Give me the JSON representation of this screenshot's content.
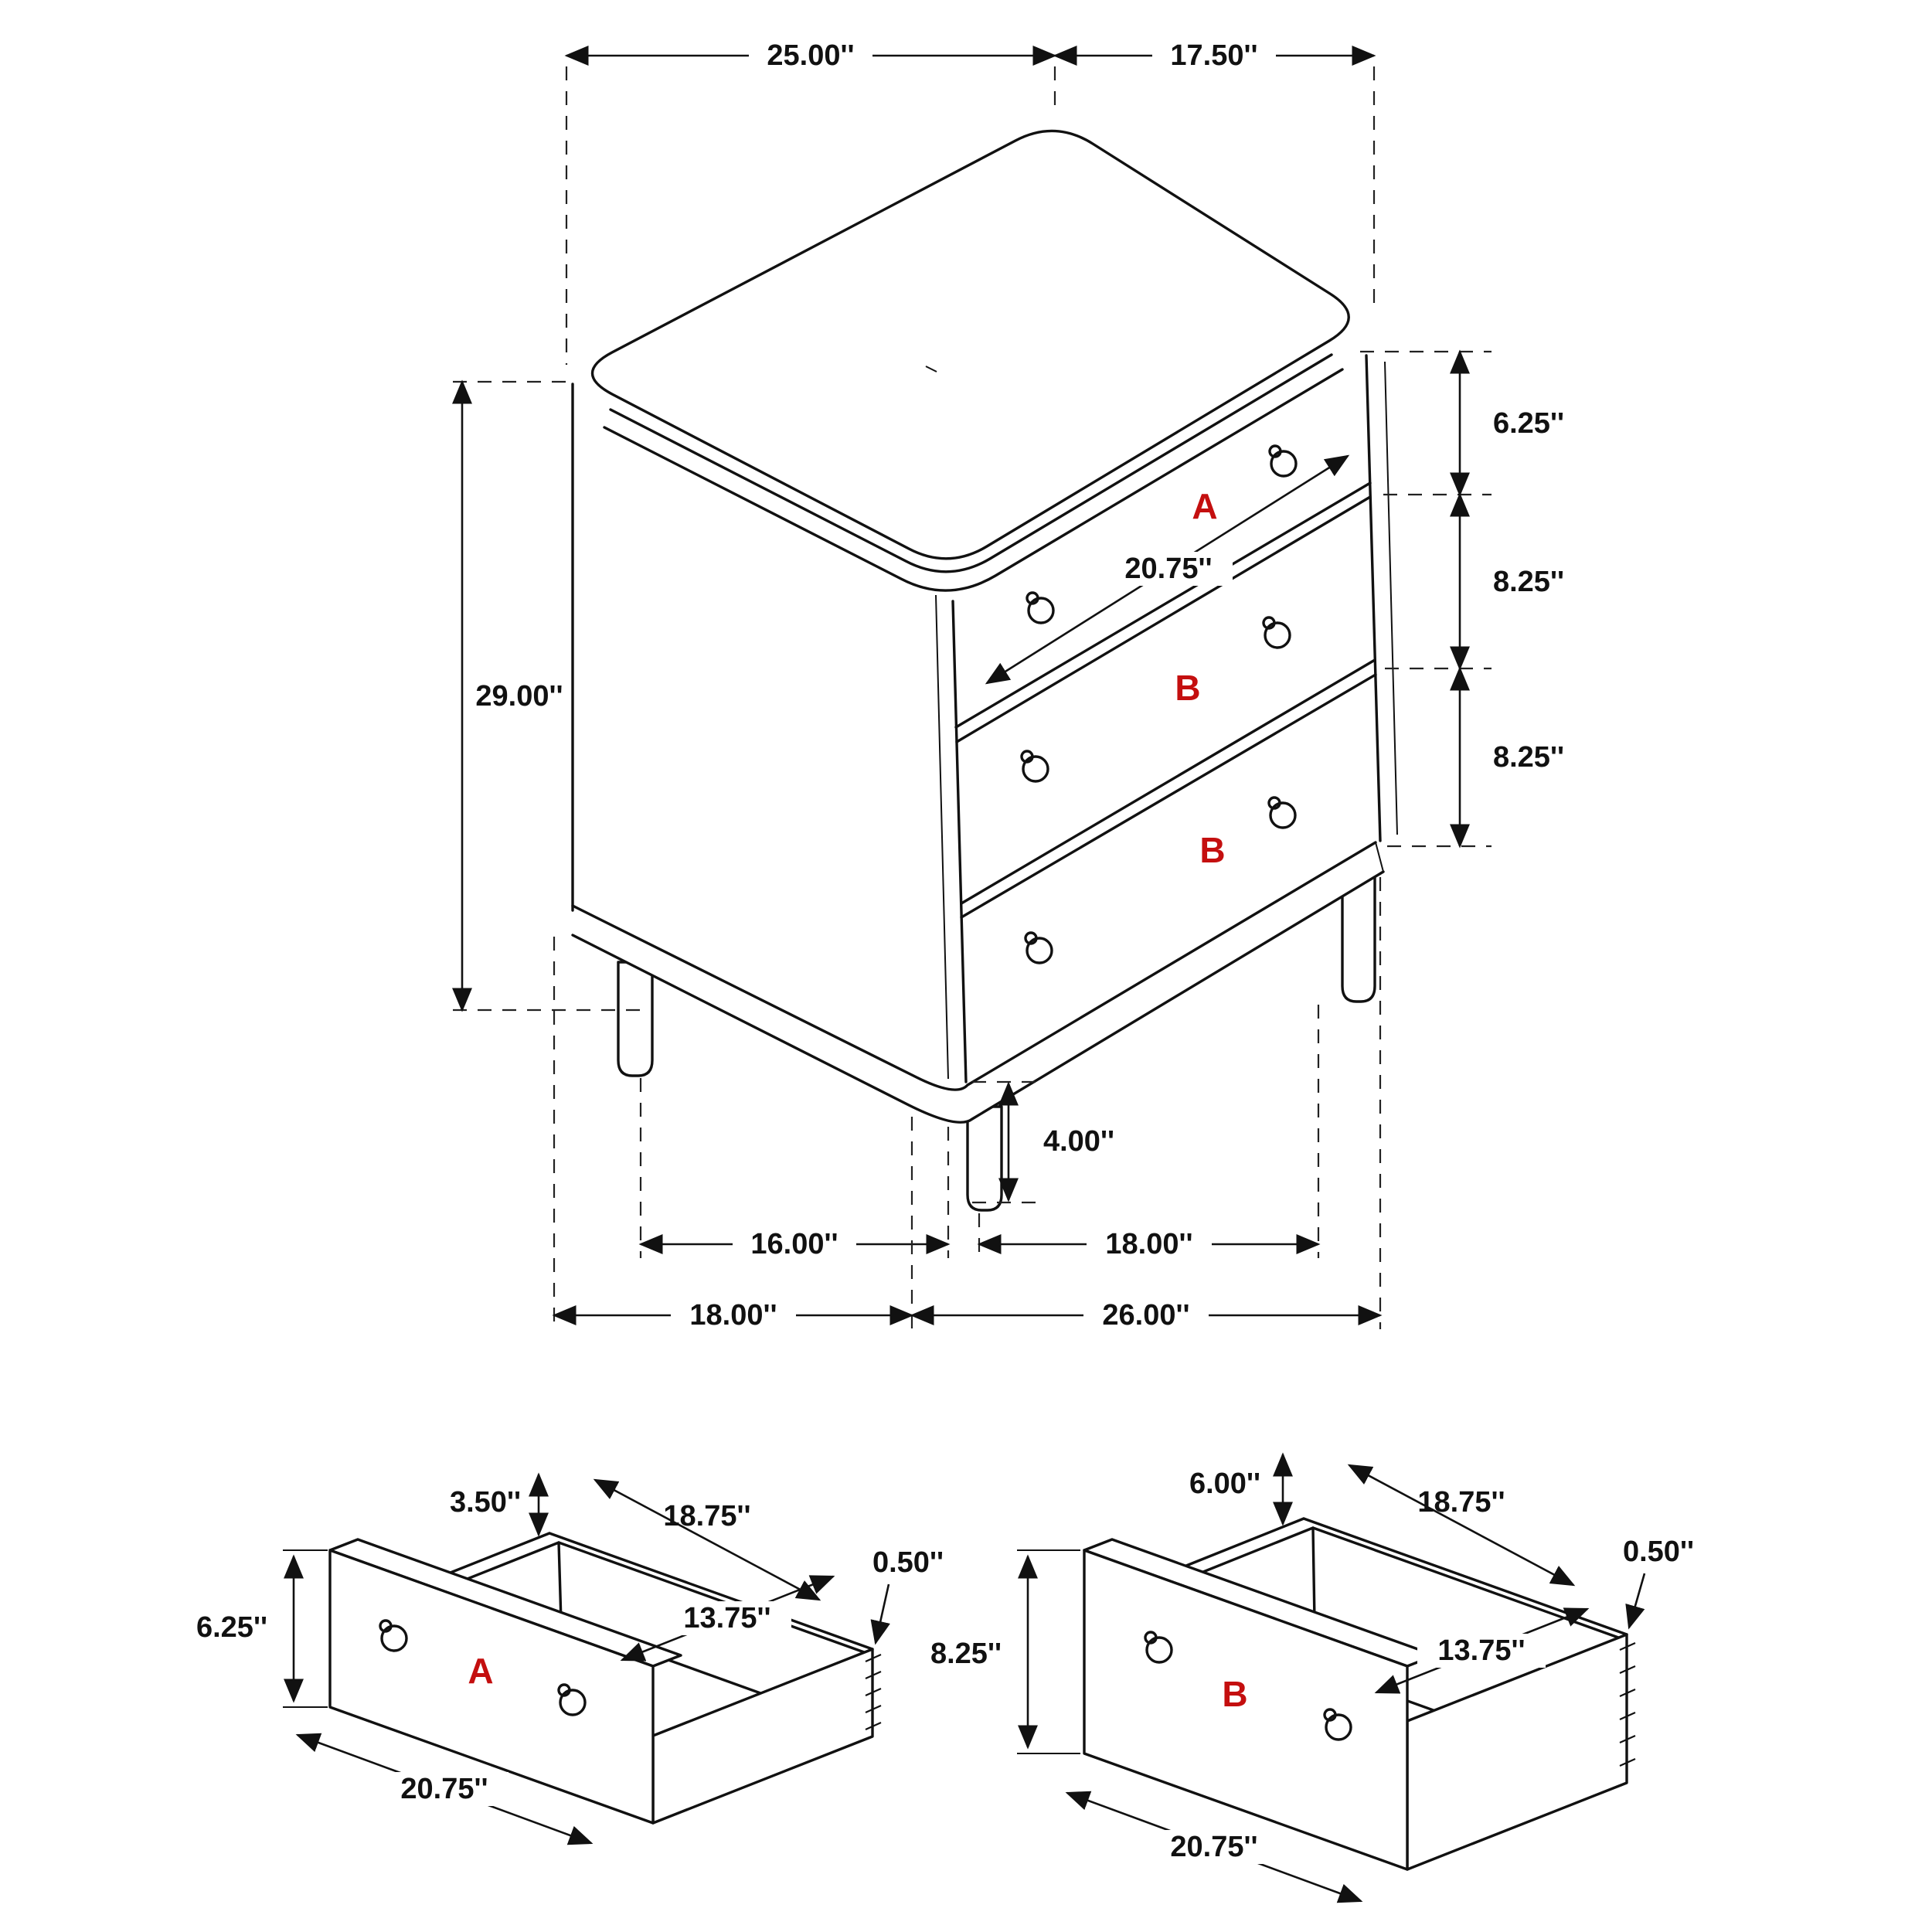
{
  "page": {
    "background": "#ffffff"
  },
  "colors": {
    "line": "#111111",
    "dimension_text": "#111111",
    "drawer_label": "#c40f0f"
  },
  "main_view": {
    "top_width_left": "25.00''",
    "top_width_right": "17.50''",
    "overall_height": "29.00''",
    "drawer_1_height": "6.25''",
    "drawer_2_height": "8.25''",
    "drawer_3_height": "8.25''",
    "drawer_front_width": "20.75''",
    "leg_height": "4.00''",
    "front_leg_spacing": "16.00''",
    "side_leg_spacing": "18.00''",
    "base_depth": "18.00''",
    "base_width": "26.00''",
    "drawer_label_top": "A",
    "drawer_label_middle": "B",
    "drawer_label_bottom": "B"
  },
  "drawer_a": {
    "label": "A",
    "back_panel_height": "3.50''",
    "inner_width": "18.75''",
    "panel_thickness": "0.50''",
    "inner_depth": "13.75''",
    "front_height": "6.25''",
    "front_width": "20.75''"
  },
  "drawer_b": {
    "label": "B",
    "back_panel_height": "6.00''",
    "inner_width": "18.75''",
    "panel_thickness": "0.50''",
    "inner_depth": "13.75''",
    "front_height": "8.25''",
    "front_width": "20.75''"
  }
}
